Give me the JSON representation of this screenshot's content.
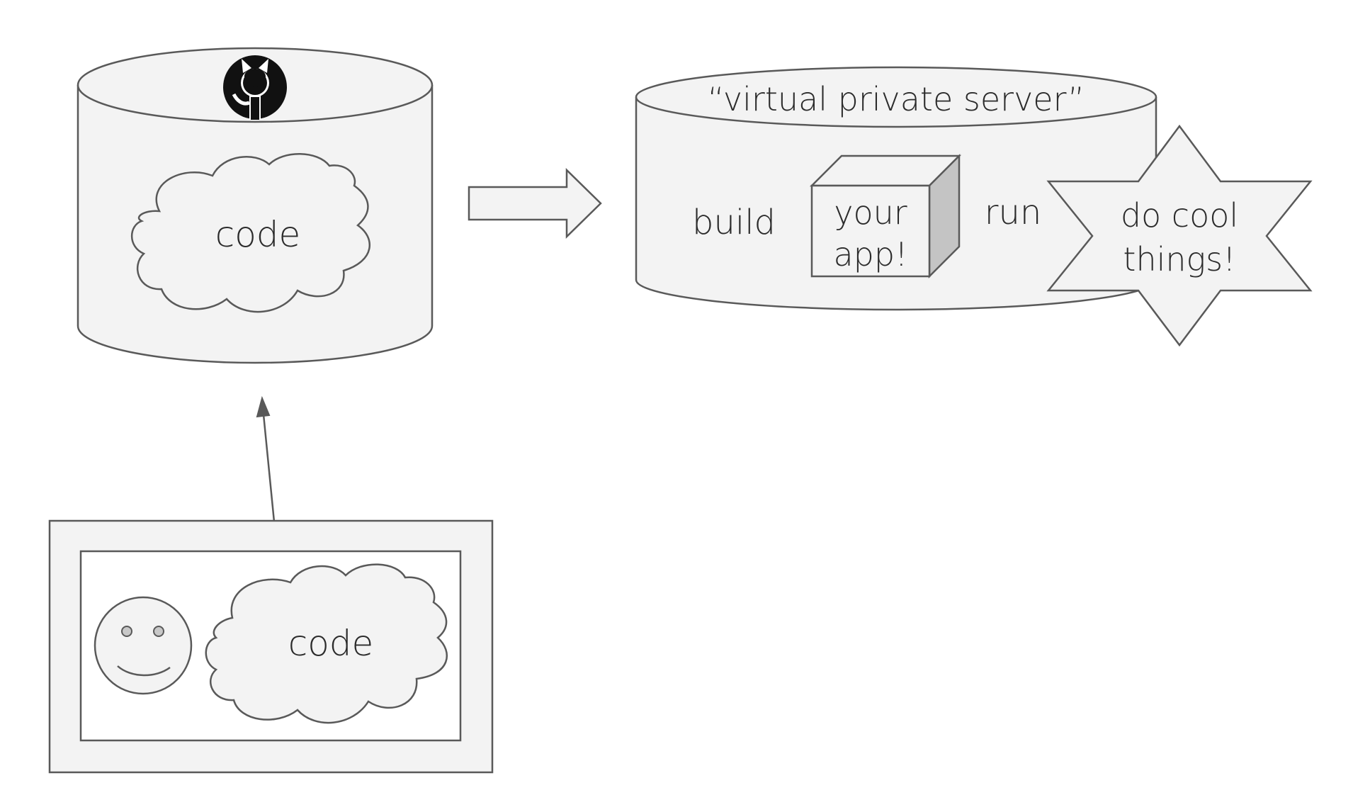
{
  "repo": {
    "icon": "github-icon",
    "code_label": "code"
  },
  "server": {
    "title": "“virtual private server”",
    "build_label": "build",
    "app_label_line1": "your",
    "app_label_line2": "app!",
    "run_label": "run",
    "result_line1": "do cool",
    "result_line2": "things!"
  },
  "computer": {
    "face_icon": "smiley-face-icon",
    "code_label": "code"
  },
  "colors": {
    "fill": "#f3f3f3",
    "stroke": "#595959",
    "cube_side": "#c4c4c4",
    "text": "#2b2b2b"
  }
}
